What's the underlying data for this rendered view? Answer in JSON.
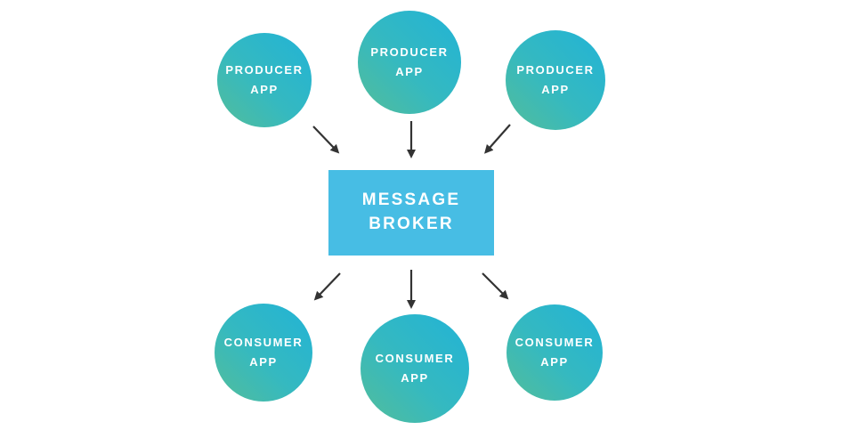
{
  "diagram": {
    "broker": {
      "line1": "MESSAGE",
      "line2": "BROKER"
    },
    "producer": {
      "line1": "PRODUCER",
      "line2": "APP"
    },
    "consumer": {
      "line1": "CONSUMER",
      "line2": "APP"
    },
    "producers_count": 3,
    "consumers_count": 3,
    "arrows": [
      {
        "from": "producer-app-1",
        "to": "message-broker"
      },
      {
        "from": "producer-app-2",
        "to": "message-broker"
      },
      {
        "from": "producer-app-3",
        "to": "message-broker"
      },
      {
        "from": "message-broker",
        "to": "consumer-app-1"
      },
      {
        "from": "message-broker",
        "to": "consumer-app-2"
      },
      {
        "from": "message-broker",
        "to": "consumer-app-3"
      }
    ],
    "colors": {
      "node_gradient_start": "#53bd9a",
      "node_gradient_end": "#22b3d6",
      "broker_background": "#47bde4",
      "arrow": "#333333",
      "text": "#ffffff",
      "background": "#ffffff"
    }
  }
}
